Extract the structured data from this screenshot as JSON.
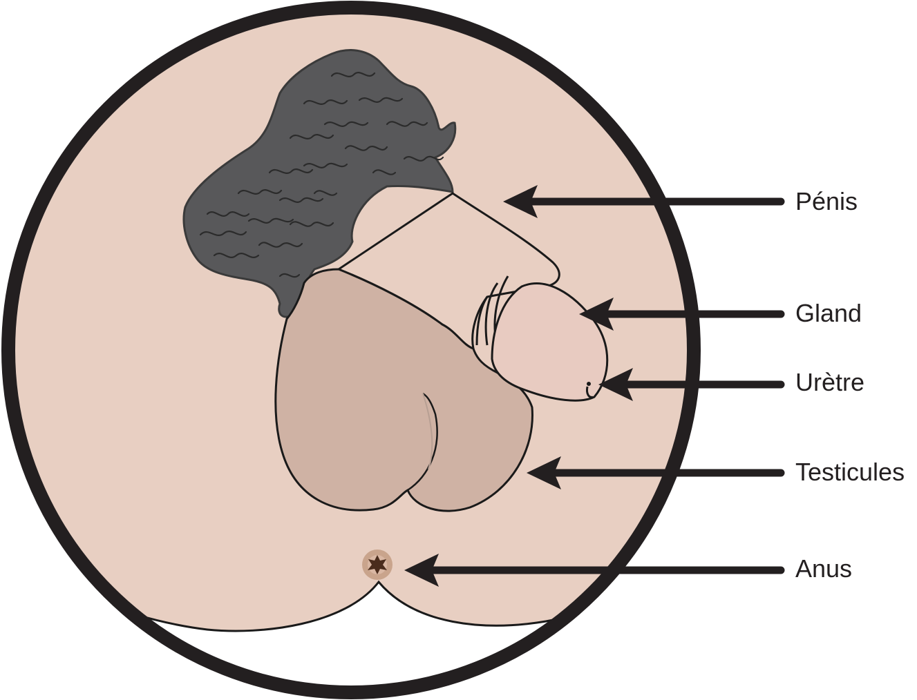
{
  "diagram": {
    "labels": {
      "penis": "Pénis",
      "glans": "Gland",
      "urethra": "Urètre",
      "testicles": "Testicules",
      "anus": "Anus"
    },
    "colors": {
      "skin": "#e8cfc2",
      "scrotum": "#cfb2a4",
      "glans": "#e8cbc1",
      "pubic_hair": "#58585a",
      "frame": "#231f20",
      "anus_ring": "#c9a48c",
      "anus_center": "#4a2c1c"
    }
  }
}
